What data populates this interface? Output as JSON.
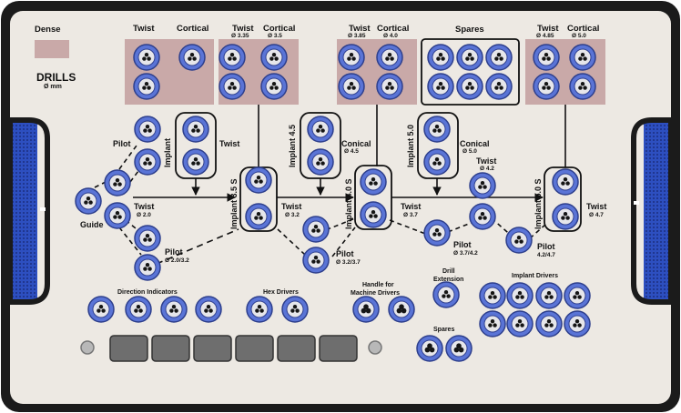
{
  "tray": {
    "title": "DRILLS",
    "title_unit": "Ø mm",
    "density_label": "Dense",
    "colors": {
      "body": "#ede9e3",
      "frame": "#1b1b1b",
      "socket_ring": "#5a74d6",
      "pad": "#c9a9a8",
      "side_panel": "#3e5fcf"
    }
  },
  "top_groups": [
    {
      "header_a": "Twist",
      "sub_a": "",
      "header_b": "Cortical",
      "sub_b": ""
    },
    {
      "header_a": "Twist",
      "sub_a": "Ø 3.35",
      "header_b": "Cortical",
      "sub_b": "Ø 3.5"
    },
    {
      "header_a": "Twist",
      "sub_a": "Ø 3.85",
      "header_b": "Cortical",
      "sub_b": "Ø 4.0"
    },
    {
      "header_a": "Spares",
      "sub_a": "",
      "header_b": "",
      "sub_b": ""
    },
    {
      "header_a": "Twist",
      "sub_a": "Ø 4.85",
      "header_b": "Cortical",
      "sub_b": "Ø 5.0"
    }
  ],
  "flow_labels": {
    "guide": "Guide",
    "pilot_top": "Pilot",
    "implant_small": "Implant",
    "twist_top": "Twist",
    "twist_20": "Twist",
    "twist_20_sub": "Ø 2.0",
    "pilot_bottom": "Pilot",
    "pilot_bottom_sub": "Ø 2.0/3.2",
    "implant_35": "Implant 3.5 S",
    "twist_32": "Twist",
    "twist_32_sub": "Ø 3.2",
    "implant_45": "Implant 4.5",
    "conical_45": "Conical",
    "conical_45_sub": "Ø 4.5",
    "pilot_32": "Pilot",
    "pilot_32_sub": "Ø 3.2/3.7",
    "implant_40": "Implant 4.0 S",
    "twist_37": "Twist",
    "twist_37_sub": "Ø 3.7",
    "implant_50": "Implant 5.0",
    "conical_50": "Conical",
    "conical_50_sub": "Ø 5.0",
    "twist_42": "Twist",
    "twist_42_sub": "Ø 4.2",
    "pilot_37": "Pilot",
    "pilot_37_sub": "Ø 3.7/4.2",
    "pilot_42": "Pilot",
    "pilot_42_sub": "4.2/4.7",
    "implant_50s": "Implant 5.0 S",
    "twist_47": "Twist",
    "twist_47_sub": "Ø 4.7"
  },
  "bottom_labels": {
    "direction": "Direction Indicators",
    "hex": "Hex Drivers",
    "handle_1": "Handle for",
    "handle_2": "Machine Drivers",
    "drill_ext_1": "Drill",
    "drill_ext_2": "Extension",
    "spares": "Spares",
    "implant_drivers": "Implant Drivers"
  }
}
